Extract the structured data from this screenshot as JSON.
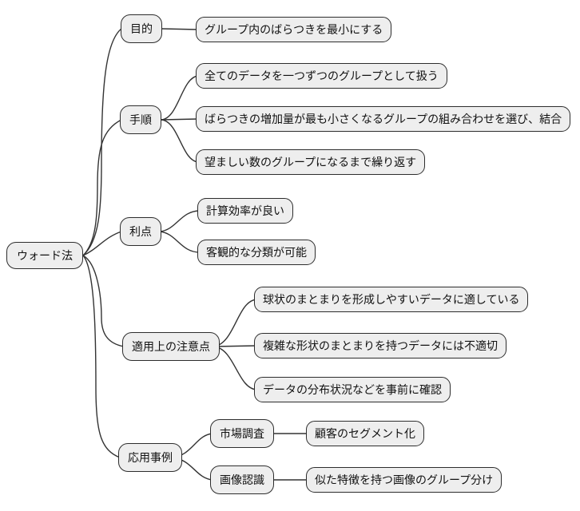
{
  "diagram": {
    "type": "mindmap",
    "language": "ja",
    "colors": {
      "background": "#ffffff",
      "node_fill": "#eeeeee",
      "node_border": "#2d2d2d",
      "connector": "#333333",
      "text": "#111111"
    },
    "root": {
      "label": "ウォード法"
    },
    "branches": [
      {
        "label": "目的",
        "children": [
          {
            "label": "グループ内のばらつきを最小にする"
          }
        ]
      },
      {
        "label": "手順",
        "children": [
          {
            "label": "全てのデータを一つずつのグループとして扱う"
          },
          {
            "label": "ばらつきの増加量が最も小さくなるグループの組み合わせを選び、結合"
          },
          {
            "label": "望ましい数のグループになるまで繰り返す"
          }
        ]
      },
      {
        "label": "利点",
        "children": [
          {
            "label": "計算効率が良い"
          },
          {
            "label": "客観的な分類が可能"
          }
        ]
      },
      {
        "label": "適用上の注意点",
        "children": [
          {
            "label": "球状のまとまりを形成しやすいデータに適している"
          },
          {
            "label": "複雑な形状のまとまりを持つデータには不適切"
          },
          {
            "label": "データの分布状況などを事前に確認"
          }
        ]
      },
      {
        "label": "応用事例",
        "children": [
          {
            "label": "市場調査",
            "children": [
              {
                "label": "顧客のセグメント化"
              }
            ]
          },
          {
            "label": "画像認識",
            "children": [
              {
                "label": "似た特徴を持つ画像のグループ分け"
              }
            ]
          }
        ]
      }
    ]
  }
}
